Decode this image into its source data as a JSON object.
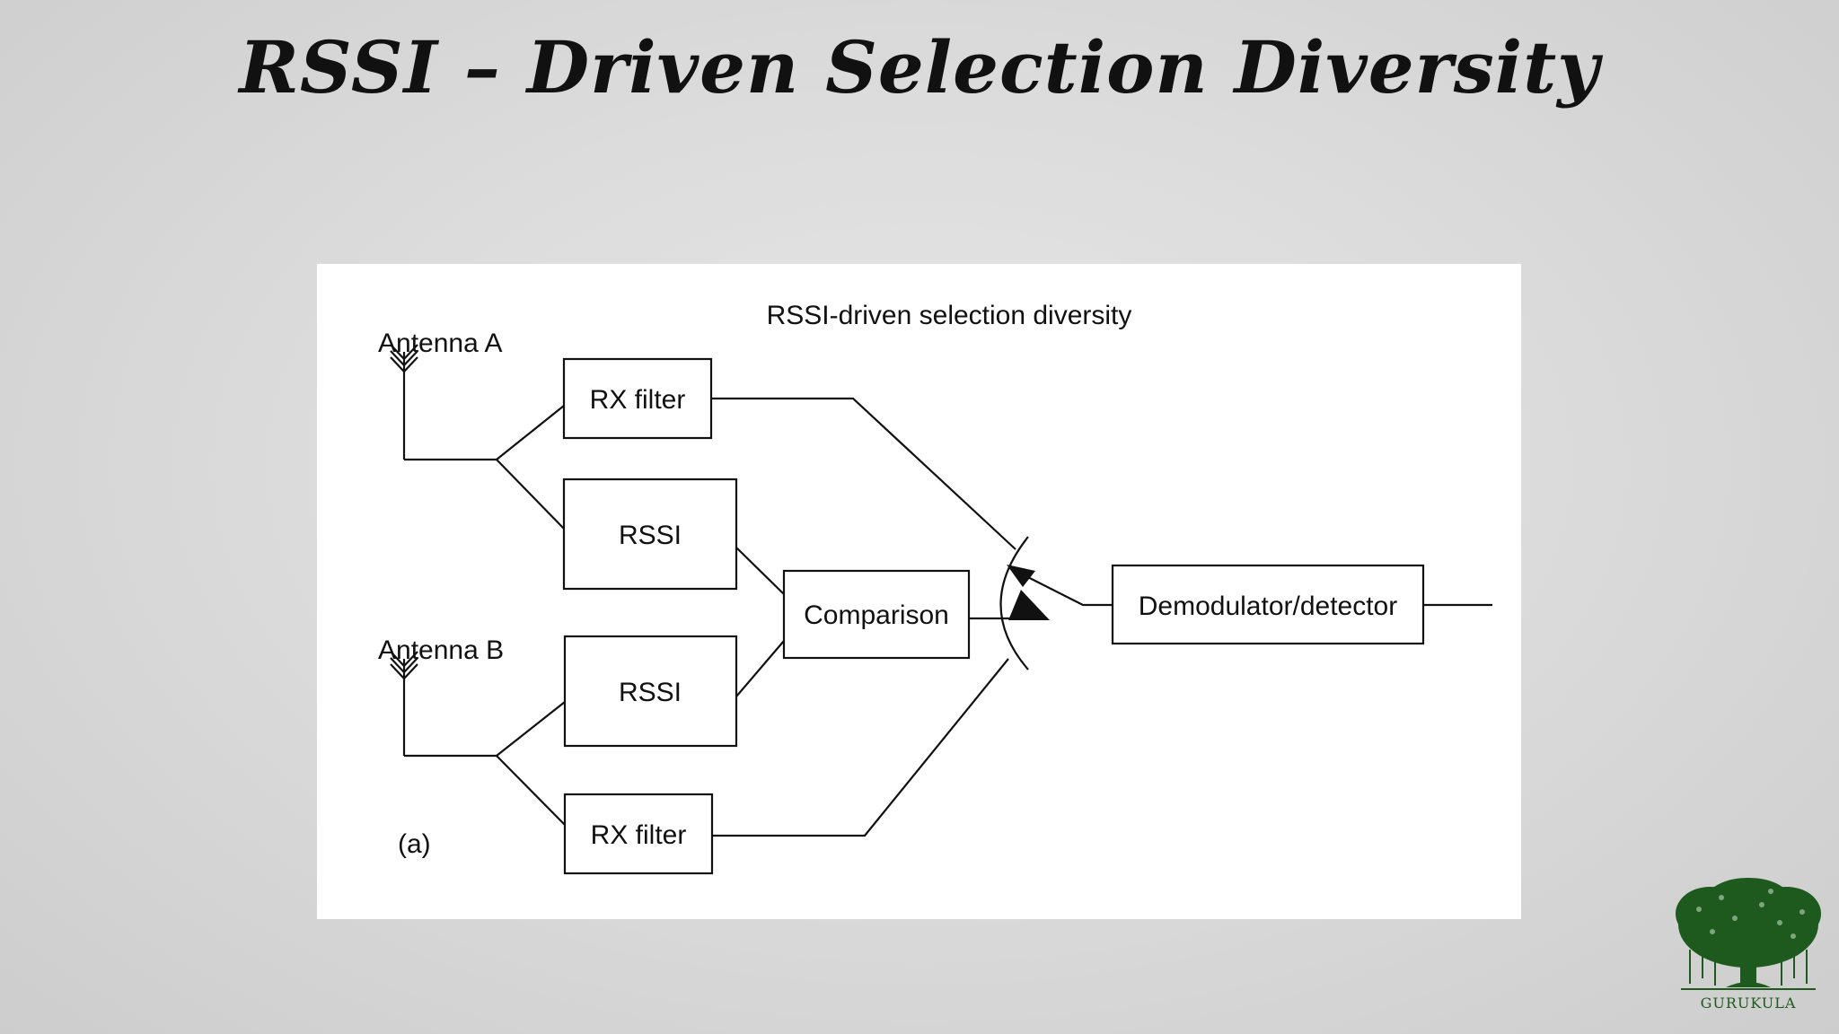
{
  "slide": {
    "title": "RSSI – Driven Selection Diversity"
  },
  "diagram": {
    "caption": "RSSI-driven selection diversity",
    "antenna_a_label": "Antenna A",
    "antenna_b_label": "Antenna B",
    "rx_filter_a_label": "RX filter",
    "rssi_a_label": "RSSI",
    "rssi_b_label": "RSSI",
    "rx_filter_b_label": "RX filter",
    "comparison_label": "Comparison",
    "demodulator_label": "Demodulator/detector",
    "panel_label": "(a)"
  },
  "logo": {
    "text": "GURUKULA",
    "color": "#1e5a1e"
  }
}
